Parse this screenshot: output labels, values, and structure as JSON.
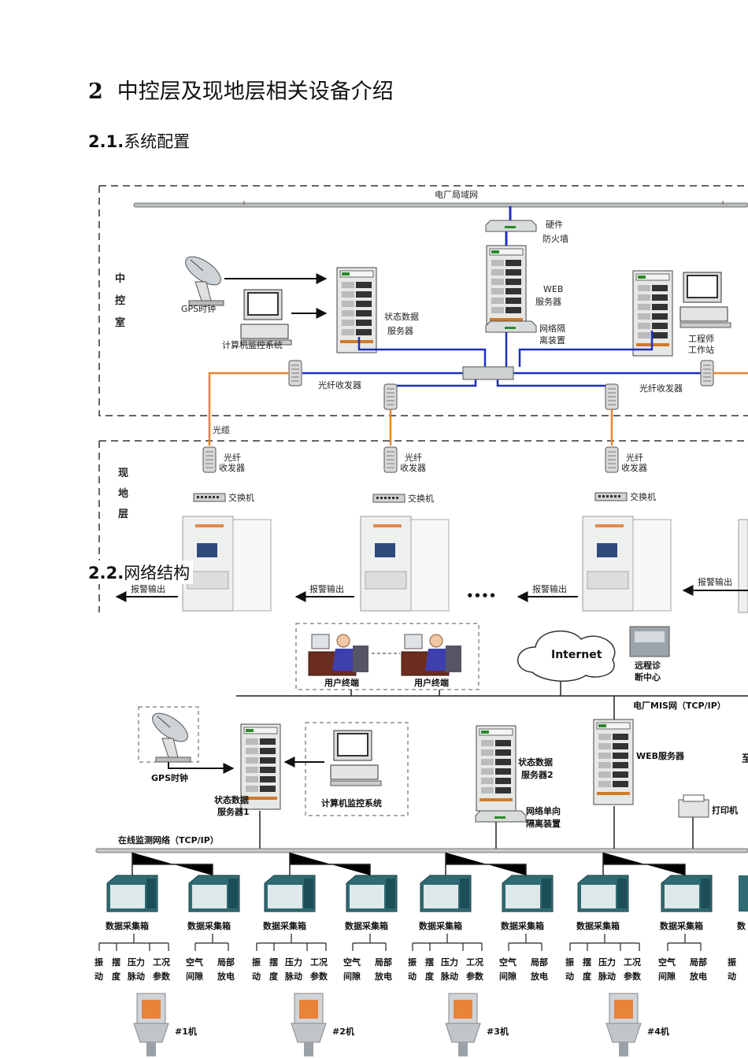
{
  "section": {
    "number": "2",
    "title": "中控层及现地层相关设备介绍"
  },
  "sub1": {
    "number": "2.1.",
    "title": "系统配置"
  },
  "sub2": {
    "number": "2.2.",
    "title": "网络结构"
  },
  "diagram1": {
    "lan_label": "电厂局域网",
    "firewall": [
      "硬件",
      "防火墙"
    ],
    "web_server": [
      "WEB",
      "服务器"
    ],
    "isolator": [
      "网络隔",
      "离装置"
    ],
    "gps": "GPS时钟",
    "monitor_pc": "计算机监控系统",
    "status_server": [
      "状态数据",
      "服务器"
    ],
    "engineer_ws": [
      "工程师",
      "工作站"
    ],
    "fiber_tx": "光纤收发器",
    "fiber_tx_stack": [
      "光纤",
      "收发器"
    ],
    "cable": "光缆",
    "switch": "交换机",
    "control_room": [
      "中",
      "控",
      "室"
    ],
    "field_layer": [
      "现",
      "地",
      "层"
    ],
    "alarm": "报警输出",
    "dots": "••••"
  },
  "diagram2": {
    "internet": "Internet",
    "remote": [
      "远程诊",
      "断中心"
    ],
    "user_terminal": "用户终端",
    "mis_net": "电厂MIS网（TCP/IP）",
    "gps": "GPS时钟",
    "status_server1": [
      "状态数据",
      "服务器1"
    ],
    "monitor_pc": "计算机监控系统",
    "status_server2": [
      "状态数据",
      "服务器2"
    ],
    "web_server": "WEB服务器",
    "isolator": [
      "网络单向",
      "隔离装置"
    ],
    "printer": "打印机",
    "online_net": "在线监测网络（TCP/IP）",
    "partial_right": "至",
    "daq": "数据采集箱",
    "daq_partial": "数",
    "sensors_a": [
      [
        "振",
        "动"
      ],
      [
        "摆",
        "度"
      ],
      [
        "压力",
        "脉动"
      ],
      [
        "工况",
        "参数"
      ]
    ],
    "sensors_b": [
      [
        "空气",
        "间隙"
      ],
      [
        "局部",
        "放电"
      ]
    ],
    "units": [
      "#1机",
      "#2机",
      "#3机",
      "#4机"
    ]
  },
  "colors": {
    "blue": "#1f2fbf",
    "orange": "#e8852a",
    "gray": "#888888"
  }
}
